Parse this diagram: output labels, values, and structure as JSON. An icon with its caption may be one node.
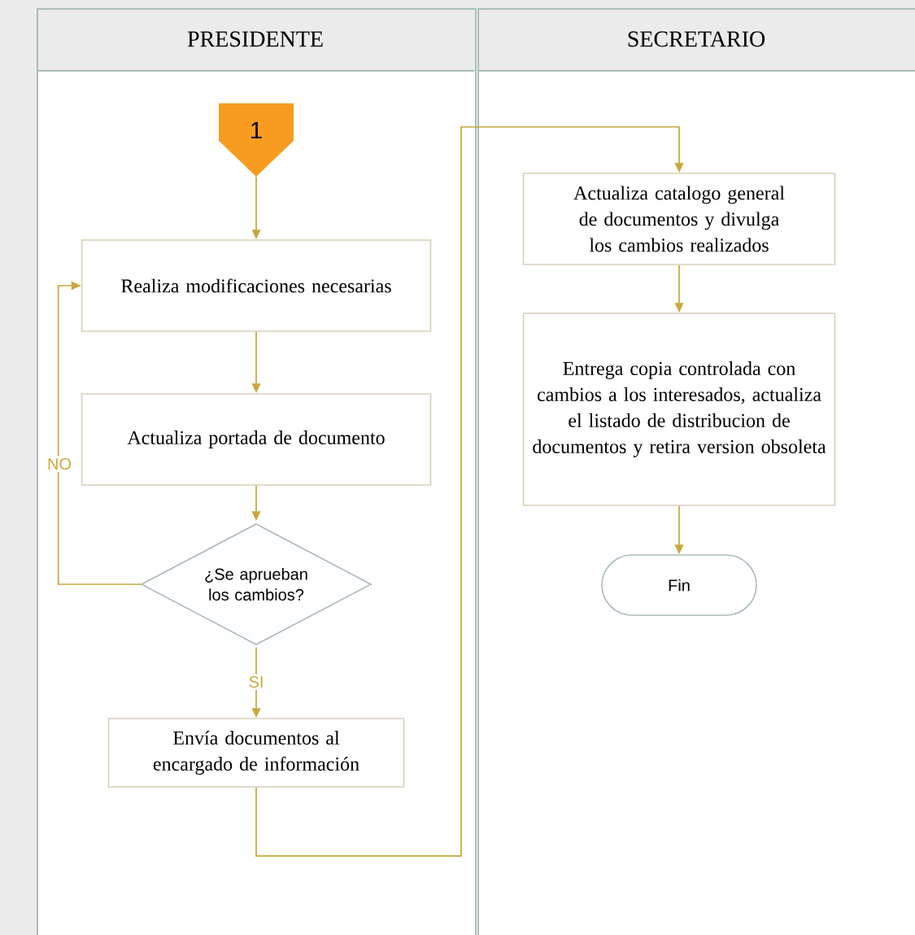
{
  "diagram": {
    "nodes": [
      {
        "text": [
          "PRESIDENTE"
        ]
      },
      {
        "text": [
          "SECRETARIO"
        ]
      },
      {
        "text": [
          "1"
        ],
        "in": 0
      },
      {
        "text": [
          "Realiza modificaciones necesarias"
        ],
        "in": 0
      },
      {
        "text": [
          "Actualiza portada de documento"
        ],
        "in": 0
      },
      {
        "text": [
          "¿Se aprueban los cambios?"
        ],
        "in": 0
      },
      {
        "text": [
          "Envía documentos al encargado de información"
        ],
        "in": 0
      },
      {
        "text": [
          "Actualiza catalogo general de documentos y divulga los cambios realizados"
        ],
        "in": 1
      },
      {
        "text": [
          "Entrega copia controlada con cambios a los interesados, actualiza el listado de distribucion de documentos y retira version obsoleta"
        ],
        "in": 1
      },
      {
        "text": [
          "Fin"
        ],
        "in": 1
      }
    ],
    "edges": [
      {
        "from": 2,
        "to": 3,
        "arrow": "to"
      },
      {
        "from": 3,
        "to": 4,
        "arrow": "to"
      },
      {
        "from": 4,
        "to": 5,
        "arrow": "to"
      },
      {
        "from": 5,
        "to": 3,
        "arrow": "to",
        "label": "NO"
      },
      {
        "from": 5,
        "to": 6,
        "arrow": "to",
        "label": "SI"
      },
      {
        "from": 6,
        "to": 7,
        "arrow": "to"
      },
      {
        "from": 7,
        "to": 8,
        "arrow": "to"
      },
      {
        "from": 8,
        "to": 9,
        "arrow": "to"
      }
    ]
  }
}
